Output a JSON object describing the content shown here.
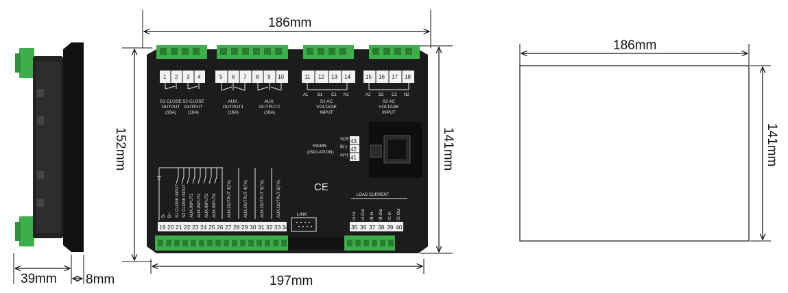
{
  "dimensions": {
    "top_width": "186mm",
    "side_height": "152mm",
    "right_height": "141mm",
    "bottom_width": "197mm",
    "depth": "39mm",
    "panel_depth": "8mm",
    "cutout_width": "186mm",
    "cutout_height": "141mm"
  },
  "top_terminals": [
    {
      "num": "1"
    },
    {
      "num": "2"
    },
    {
      "num": "3"
    },
    {
      "num": "4"
    },
    {
      "num": "5"
    },
    {
      "num": "6"
    },
    {
      "num": "7"
    },
    {
      "num": "8"
    },
    {
      "num": "9"
    },
    {
      "num": "10"
    },
    {
      "num": "11"
    },
    {
      "num": "12"
    },
    {
      "num": "13"
    },
    {
      "num": "14"
    },
    {
      "num": "15"
    },
    {
      "num": "16"
    },
    {
      "num": "17"
    },
    {
      "num": "18"
    }
  ],
  "phase_labels_s1": [
    "A1",
    "B1",
    "C1",
    "N1"
  ],
  "phase_labels_s2": [
    "A2",
    "B2",
    "C2",
    "N2"
  ],
  "top_labels": {
    "s1_close": [
      "S1 CLOSE",
      "OUTPUT",
      "(16A)"
    ],
    "s2_close": [
      "S2 CLOSE",
      "OUTPUT",
      "(16A)"
    ],
    "aux1": [
      "AUX.",
      "OUTPUT1",
      "(16A)"
    ],
    "aux2": [
      "AUX.",
      "OUTPUT2",
      "(16A)"
    ],
    "s1_voltage": [
      "S1 AC",
      "VOLTAGE",
      "INPUT"
    ],
    "s2_voltage": [
      "S2 AC",
      "VOLTAGE",
      "INPUT"
    ]
  },
  "rs485": {
    "label": [
      "RS485",
      "(ISOLATION)"
    ],
    "pins": [
      {
        "name": "SCR",
        "num": "43"
      },
      {
        "name": "B(-)",
        "num": "42"
      },
      {
        "name": "A(+)",
        "num": "41"
      }
    ]
  },
  "ce_mark": "CE",
  "link_label": "LINK",
  "load_current_label": "LOAD CURRENT",
  "bottom_terminals_left": [
    "19",
    "20",
    "21",
    "22",
    "23",
    "24",
    "25",
    "26",
    "27",
    "28",
    "29",
    "30",
    "31",
    "32",
    "33",
    "34"
  ],
  "bottom_terminals_right": [
    "35",
    "36",
    "37",
    "38",
    "39",
    "40"
  ],
  "bottom_labels": [
    "B-",
    "B+",
    "S1 CLOSE INPUT",
    "S2 CLOSE INPUT",
    "AUX.INPUT1",
    "AUX.INPUT2",
    "AUX.INPUT3",
    "AUX.INPUT4",
    "AUX.OUTPUT 3(7A)",
    "AUX.OUTPUT 4(7A)",
    "AUX.OUTPUT 5(7A)",
    "AUX.OUTPUT 6(7A)"
  ],
  "load_labels": [
    "IA In",
    "IA Out",
    "IB In",
    "IB Out",
    "IC In",
    "IC Out"
  ],
  "colors": {
    "terminal_green": "#3dae4a",
    "body": "#1a1a1a",
    "label_white": "#f2f2f2"
  }
}
